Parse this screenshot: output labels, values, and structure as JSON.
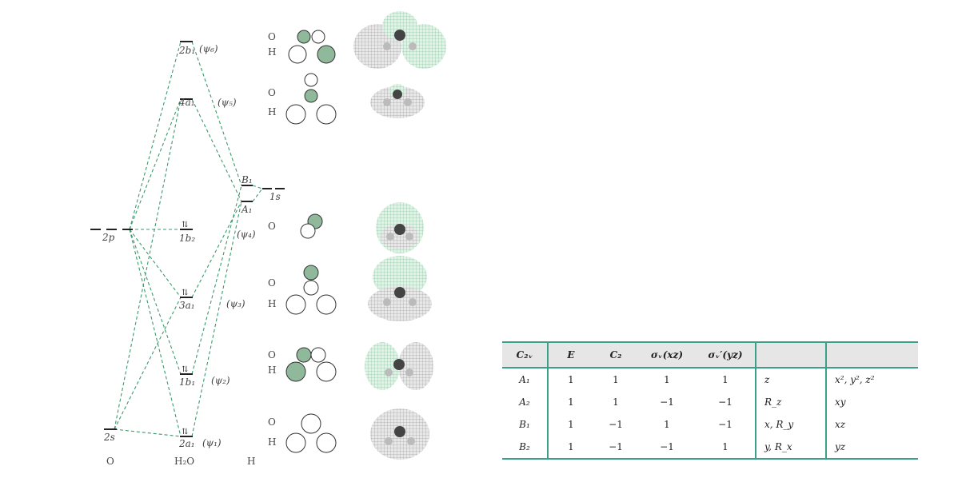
{
  "diagram": {
    "left_labels": {
      "two_p": "2p",
      "two_s": "2s",
      "o": "O"
    },
    "center_label": "H₂O",
    "right_labels": {
      "one_s": "1s",
      "h": "H",
      "B1": "B₁",
      "A1": "A₁"
    },
    "orbitals": [
      {
        "name": "2b₁",
        "psi": "(ψ₆)"
      },
      {
        "name": "4a₁",
        "psi": "(ψ₅)"
      },
      {
        "name": "1b₂",
        "psi": "(ψ₄)"
      },
      {
        "name": "3a₁",
        "psi": "(ψ₃)"
      },
      {
        "name": "1b₁",
        "psi": "(ψ₂)"
      },
      {
        "name": "2a₁",
        "psi": "(ψ₁)"
      }
    ],
    "electron_pair": "⇅",
    "atom_labels": {
      "O": "O",
      "H": "H"
    },
    "correlation_color": "#3c9a6c",
    "lobe_color": "#8fb99a"
  },
  "character_table": {
    "group": "C₂ᵥ",
    "headers": [
      "E",
      "C₂",
      "σᵥ(xz)",
      "σᵥ′(yz)",
      "",
      ""
    ],
    "rows": [
      {
        "irrep": "A₁",
        "chars": [
          "1",
          "1",
          "1",
          "1"
        ],
        "linear": "z",
        "quadratic": "x², y², z²"
      },
      {
        "irrep": "A₂",
        "chars": [
          "1",
          "1",
          "−1",
          "−1"
        ],
        "linear": "R_z",
        "quadratic": "xy"
      },
      {
        "irrep": "B₁",
        "chars": [
          "1",
          "−1",
          "1",
          "−1"
        ],
        "linear": "x, R_y",
        "quadratic": "xz"
      },
      {
        "irrep": "B₂",
        "chars": [
          "1",
          "−1",
          "−1",
          "1"
        ],
        "linear": "y, R_x",
        "quadratic": "yz"
      }
    ],
    "border_color": "#3aa08a"
  }
}
